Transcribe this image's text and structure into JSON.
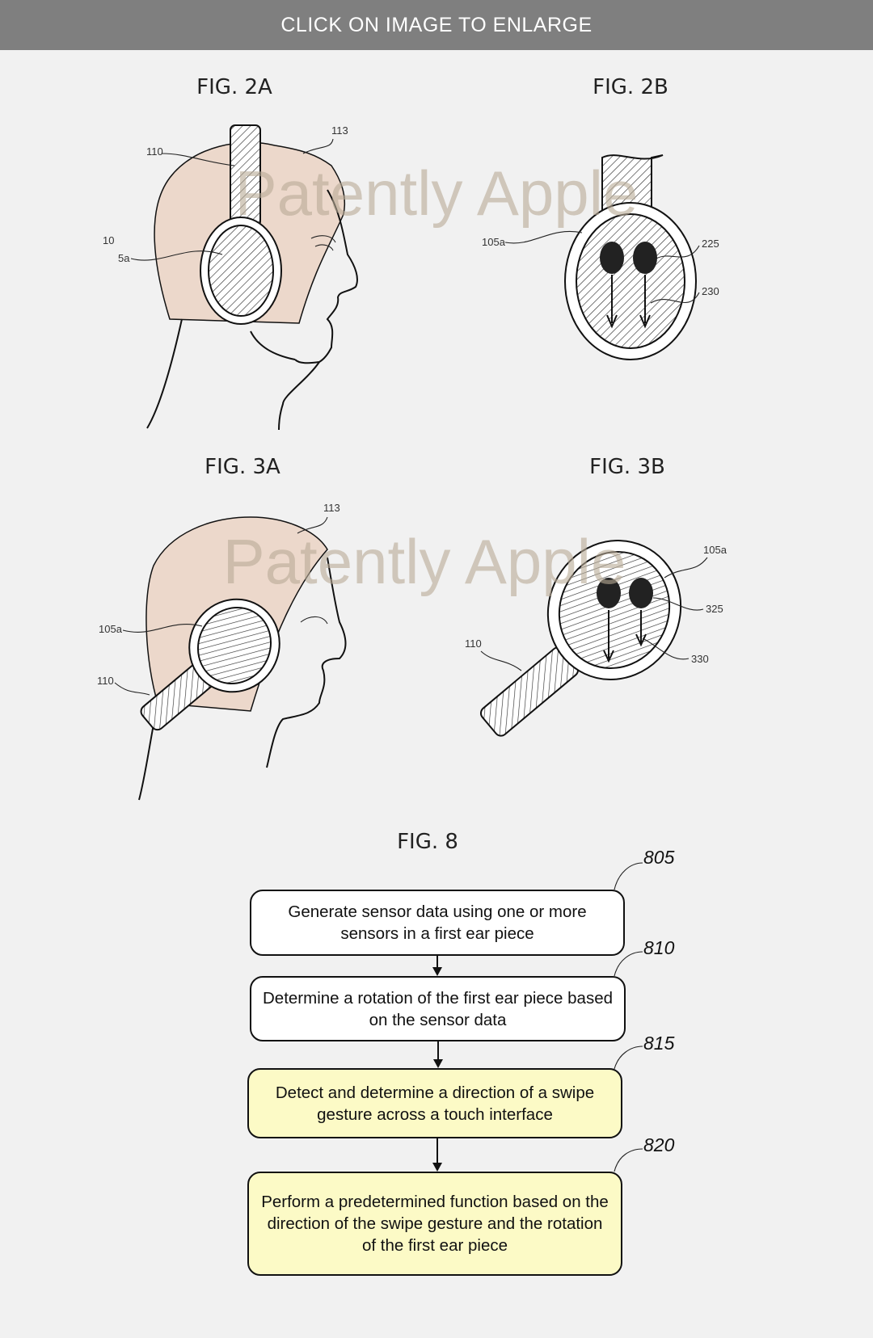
{
  "header": {
    "label": "CLICK ON IMAGE TO ENLARGE"
  },
  "watermark": "Patently Apple",
  "figures": {
    "fig2a": {
      "title": "FIG. 2A",
      "labels": {
        "band": "110",
        "head": "113",
        "cup_a": "10",
        "cup_b": "5a"
      }
    },
    "fig2b": {
      "title": "FIG. 2B",
      "labels": {
        "cup": "105a",
        "touch": "225",
        "swipe": "230"
      }
    },
    "fig3a": {
      "title": "FIG. 3A",
      "labels": {
        "head": "113",
        "cup": "105a",
        "band": "110"
      }
    },
    "fig3b": {
      "title": "FIG. 3B",
      "labels": {
        "cup": "105a",
        "touch": "325",
        "swipe": "330",
        "band": "110"
      }
    },
    "fig8": {
      "title": "FIG. 8",
      "steps": [
        {
          "num": "805",
          "text": "Generate sensor data using one or more sensors in a first ear piece",
          "highlight": false
        },
        {
          "num": "810",
          "text": "Determine a rotation of the first ear piece based on the sensor data",
          "highlight": false
        },
        {
          "num": "815",
          "text": "Detect and determine a direction of a swipe gesture across a touch interface",
          "highlight": true
        },
        {
          "num": "820",
          "text": "Perform a predetermined function based on the direction of the swipe gesture and the rotation of the first ear piece",
          "highlight": true
        }
      ]
    }
  },
  "colors": {
    "header": "#7f7f7f",
    "hair": "#ecd8cb",
    "highlight": "#fcfac6",
    "watermark": "#b9ab96"
  }
}
